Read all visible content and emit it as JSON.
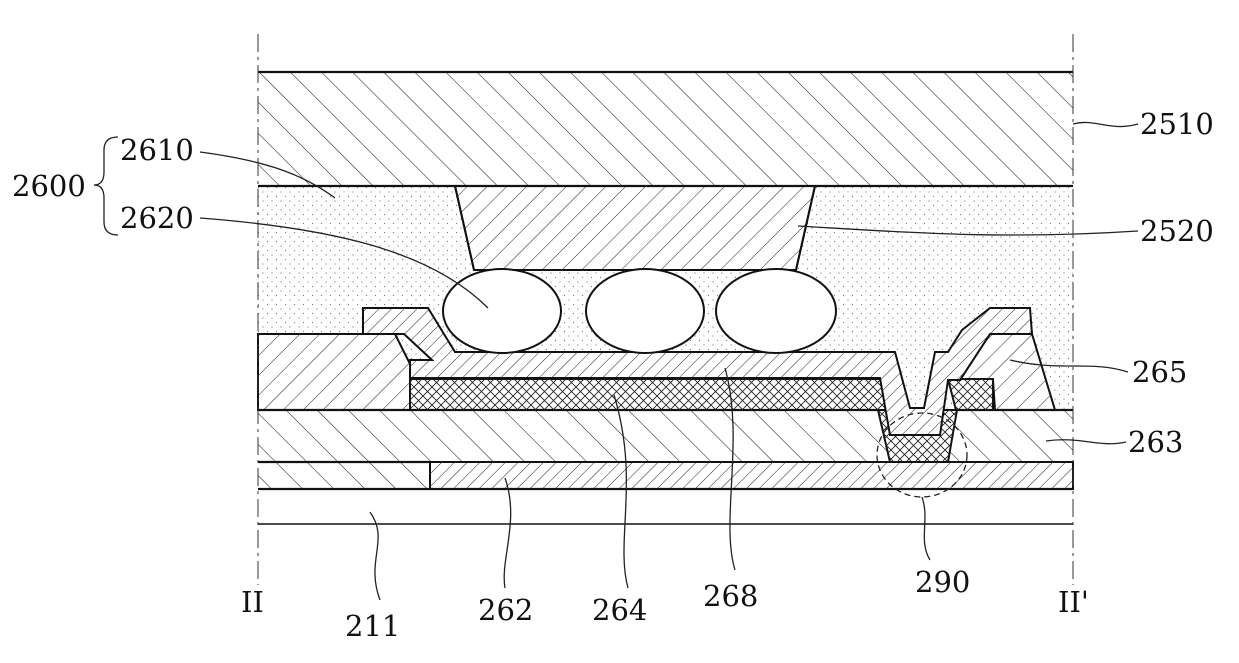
{
  "figure": {
    "labels": {
      "l2510": "2510",
      "l2520": "2520",
      "l2600": "2600",
      "l2610": "2610",
      "l2620": "2620",
      "l265": "265",
      "l263": "263",
      "l211": "211",
      "l262": "262",
      "l264": "264",
      "l268": "268",
      "l290": "290",
      "sec_left": "II",
      "sec_right": "II'"
    },
    "layers": [
      {
        "ref": "2510",
        "hatch": "diagonal-hatch"
      },
      {
        "ref": "2520",
        "hatch": "diagonal-hatch-reverse"
      },
      {
        "ref": "2610",
        "hatch": "dotted-fill"
      },
      {
        "ref": "2620",
        "hatch": "none"
      },
      {
        "ref": "265",
        "hatch": "diagonal-hatch-reverse"
      },
      {
        "ref": "268",
        "hatch": "diagonal-hatch-reverse"
      },
      {
        "ref": "264",
        "hatch": "cross-hatch"
      },
      {
        "ref": "263",
        "hatch": "diagonal-hatch"
      },
      {
        "ref": "262",
        "hatch": "diagonal-hatch-reverse"
      },
      {
        "ref": "211",
        "hatch": "none"
      }
    ]
  }
}
